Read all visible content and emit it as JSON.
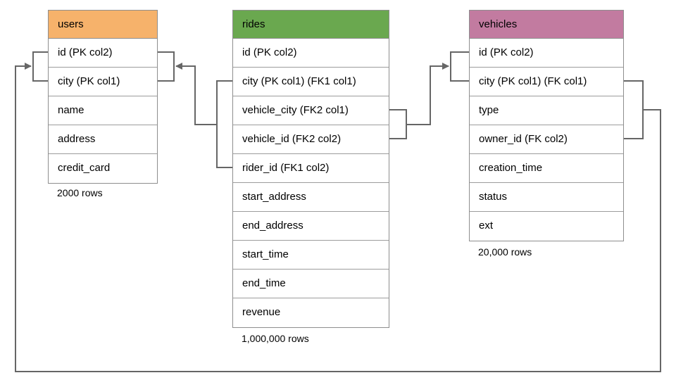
{
  "diagram": {
    "connector_color": "#666666",
    "tables": [
      {
        "name": "users",
        "header_color": "#f6b26b",
        "rows": [
          "id (PK col2)",
          "city (PK col1)",
          "name",
          "address",
          "credit_card"
        ],
        "row_count": "2000 rows"
      },
      {
        "name": "rides",
        "header_color": "#6aa84f",
        "rows": [
          "id (PK col2)",
          "city (PK col1) (FK1 col1)",
          "vehicle_city (FK2 col1)",
          "vehicle_id (FK2 col2)",
          "rider_id (FK1 col2)",
          "start_address",
          "end_address",
          "start_time",
          "end_time",
          "revenue"
        ],
        "row_count": "1,000,000 rows"
      },
      {
        "name": "vehicles",
        "header_color": "#c27ba0",
        "rows": [
          "id (PK col2)",
          "city (PK col1) (FK col1)",
          "type",
          "owner_id (FK col2)",
          "creation_time",
          "status",
          "ext"
        ],
        "row_count": "20,000 rows"
      }
    ]
  }
}
